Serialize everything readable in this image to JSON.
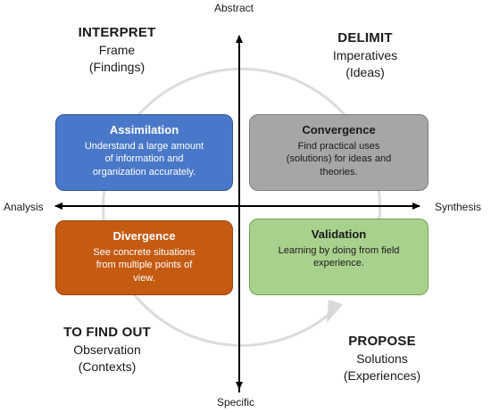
{
  "axes": {
    "top": "Abstract",
    "bottom": "Specific",
    "left": "Analysis",
    "right": "Synthesis"
  },
  "quadrants": {
    "interpret": {
      "title": "INTERPRET",
      "line1": "Frame",
      "line2": "(Findings)"
    },
    "delimit": {
      "title": "DELIMIT",
      "line1": "Imperatives",
      "line2": "(Ideas)"
    },
    "to_find_out": {
      "title": "TO FIND OUT",
      "line1": "Observation",
      "line2": "(Contexts)"
    },
    "propose": {
      "title": "PROPOSE",
      "line1": "Solutions",
      "line2": "(Experiences)"
    }
  },
  "boxes": {
    "assimilation": {
      "title": "Assimilation",
      "line1": "Understand a large amount",
      "line2": "of information and",
      "line3": "organization accurately.",
      "color": "#4a78c9"
    },
    "convergence": {
      "title": "Convergence",
      "line1": "Find practical uses",
      "line2": "(solutions) for ideas and",
      "line3": "theories.",
      "color": "#a6a6a6"
    },
    "divergence": {
      "title": "Divergence",
      "line1": "See concrete situations",
      "line2": "from multiple points of",
      "line3": "view.",
      "color": "#c55a11"
    },
    "validation": {
      "title": "Validation",
      "line1": "Learning by doing from field",
      "line2": "experience.",
      "color": "#a9d18e"
    }
  }
}
